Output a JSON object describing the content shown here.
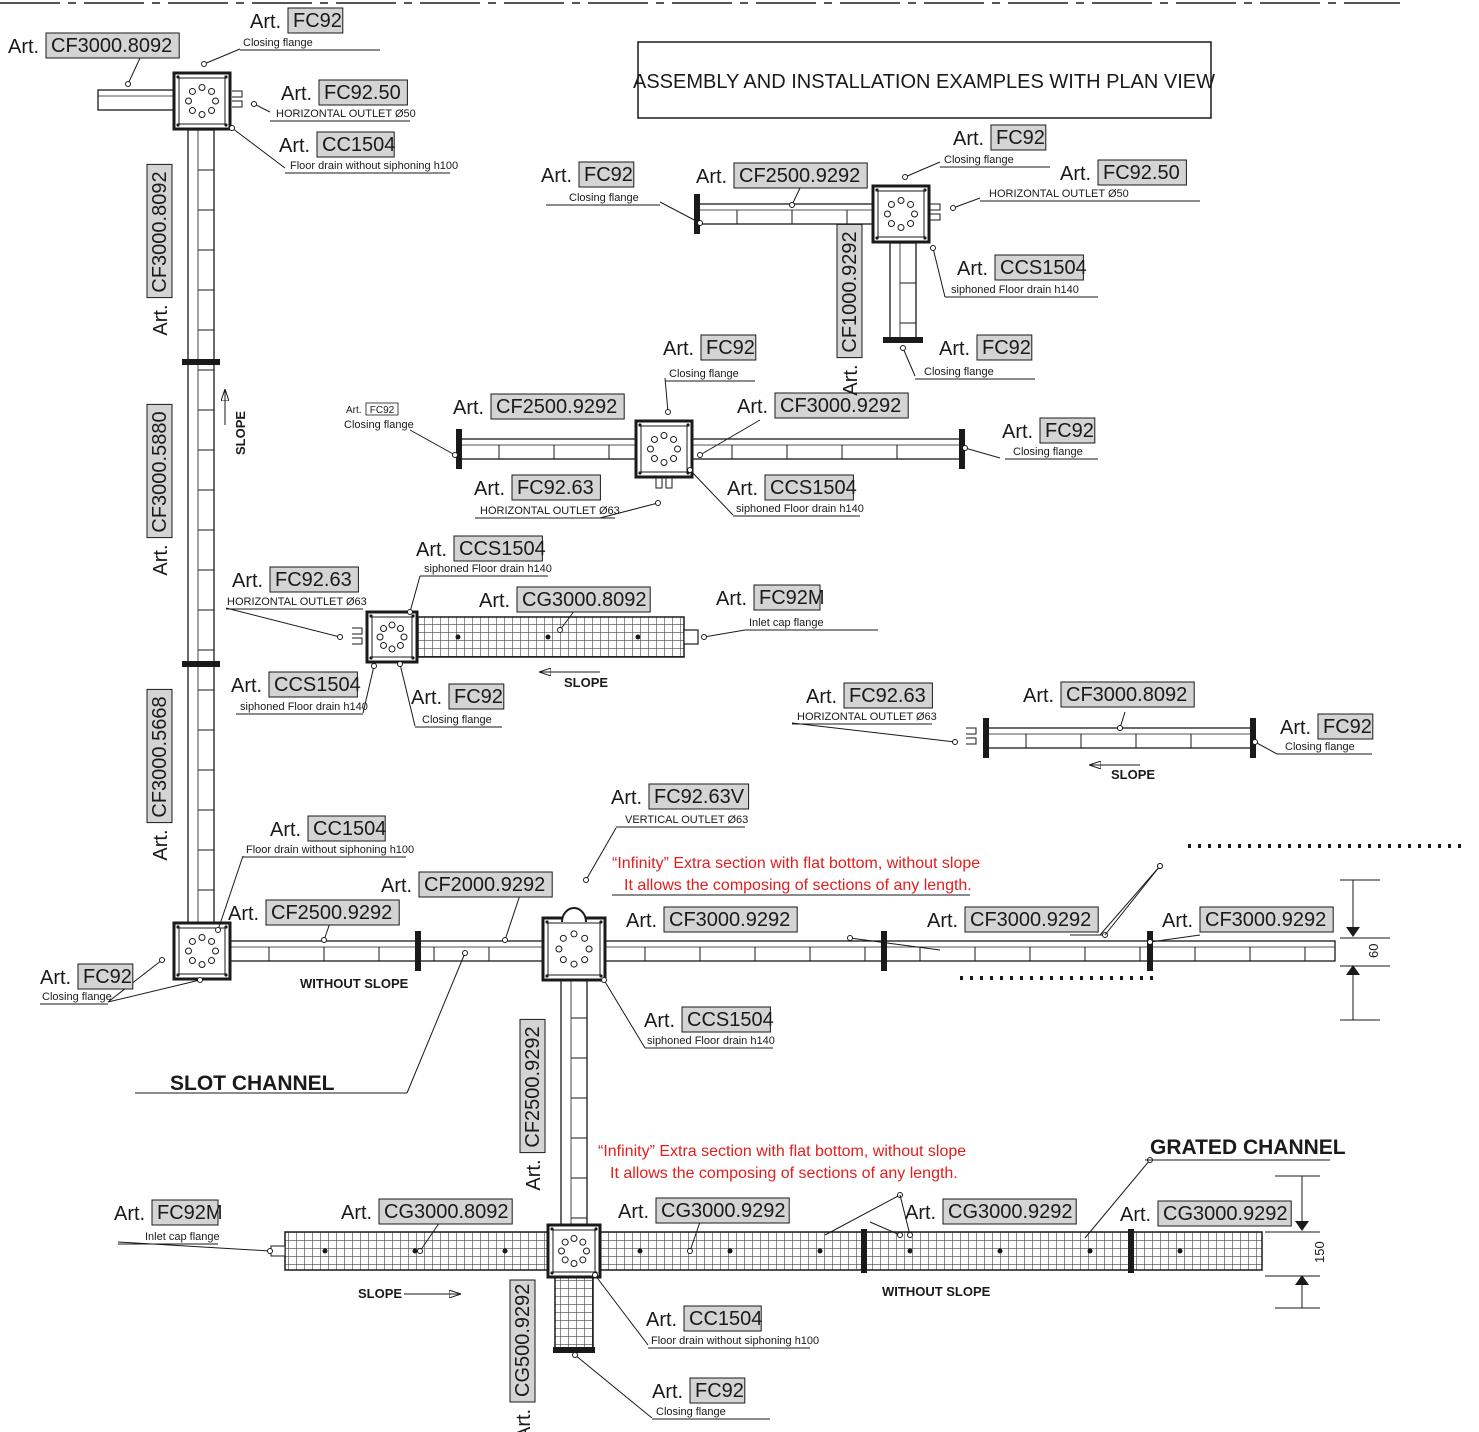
{
  "title": "ASSEMBLY AND INSTALLATION EXAMPLES WITH PLAN VIEW",
  "art_prefix": "Art.",
  "colors": {
    "note": "#e0201e",
    "code_box": "#d4d4d4",
    "line": "#1a1a1a"
  },
  "labels": [
    {
      "code": "FC92",
      "desc": "Closing flange"
    },
    {
      "code": "CF3000.8092",
      "desc": ""
    },
    {
      "code": "FC92.50",
      "desc": "HORIZONTAL OUTLET Ø50"
    },
    {
      "code": "CC1504",
      "desc": "Floor drain without siphoning h100"
    },
    {
      "code": "FC92",
      "desc": "Closing flange"
    },
    {
      "code": "CF2500.9292",
      "desc": ""
    },
    {
      "code": "FC92",
      "desc": "Closing flange"
    },
    {
      "code": "FC92.50",
      "desc": "HORIZONTAL OUTLET Ø50"
    },
    {
      "code": "CCS1504",
      "desc": "siphoned Floor drain h140"
    },
    {
      "code": "FC92",
      "desc": "Closing flange"
    },
    {
      "code": "FC92",
      "desc": "Closing flange"
    },
    {
      "code": "CF2500.9292",
      "desc": ""
    },
    {
      "code": "CF3000.9292",
      "desc": ""
    },
    {
      "code": "FC92",
      "desc": "Closing flange"
    },
    {
      "code": "FC92.63",
      "desc": "HORIZONTAL OUTLET Ø63"
    },
    {
      "code": "CCS1504",
      "desc": "siphoned Floor drain h140"
    },
    {
      "code": "CCS1504",
      "desc": "siphoned Floor drain h140"
    },
    {
      "code": "FC92.63",
      "desc": "HORIZONTAL OUTLET Ø63"
    },
    {
      "code": "CG3000.8092",
      "desc": ""
    },
    {
      "code": "FC92M",
      "desc": "Inlet cap flange"
    },
    {
      "code": "CCS1504",
      "desc": "siphoned Floor drain h140"
    },
    {
      "code": "FC92",
      "desc": "Closing flange"
    },
    {
      "code": "FC92.63",
      "desc": "HORIZONTAL OUTLET Ø63"
    },
    {
      "code": "CF3000.8092",
      "desc": ""
    },
    {
      "code": "FC92",
      "desc": "Closing flange"
    },
    {
      "code": "FC92.63V",
      "desc": "VERTICAL OUTLET Ø63"
    },
    {
      "code": "CC1504",
      "desc": "Floor drain without siphoning h100"
    },
    {
      "code": "CF2000.9292",
      "desc": ""
    },
    {
      "code": "CF2500.9292",
      "desc": ""
    },
    {
      "code": "CF3000.9292",
      "desc": ""
    },
    {
      "code": "CF3000.9292",
      "desc": ""
    },
    {
      "code": "CF3000.9292",
      "desc": ""
    },
    {
      "code": "FC92",
      "desc": "Closing flange"
    },
    {
      "code": "CCS1504",
      "desc": "siphoned Floor drain h140"
    },
    {
      "code": "FC92M",
      "desc": "Inlet cap flange"
    },
    {
      "code": "CG3000.8092",
      "desc": ""
    },
    {
      "code": "CG3000.9292",
      "desc": ""
    },
    {
      "code": "CG3000.9292",
      "desc": ""
    },
    {
      "code": "CG3000.9292",
      "desc": ""
    },
    {
      "code": "CC1504",
      "desc": "Floor drain without siphoning h100"
    },
    {
      "code": "FC92",
      "desc": "Closing flange"
    }
  ],
  "vertical_labels": [
    {
      "code": "CF3000.8092"
    },
    {
      "code": "CF3000.5880"
    },
    {
      "code": "CF3000.5668"
    },
    {
      "code": "CF1000.9292"
    },
    {
      "code": "CF2500.9292"
    },
    {
      "code": "CG500.9292"
    }
  ],
  "small_label": {
    "code": "FC92",
    "desc": "Closing flange"
  },
  "slope_text": "SLOPE",
  "without_slope_text": "WITHOUT SLOPE",
  "slot_channel": "SLOT CHANNEL",
  "grated_channel": "GRATED CHANNEL",
  "infinity_note": {
    "line1": "“Infinity” Extra section with flat bottom, without slope",
    "line2": "It allows the composing of sections of any length."
  },
  "dimensions": {
    "slot_height": "60",
    "grated_height": "150"
  }
}
